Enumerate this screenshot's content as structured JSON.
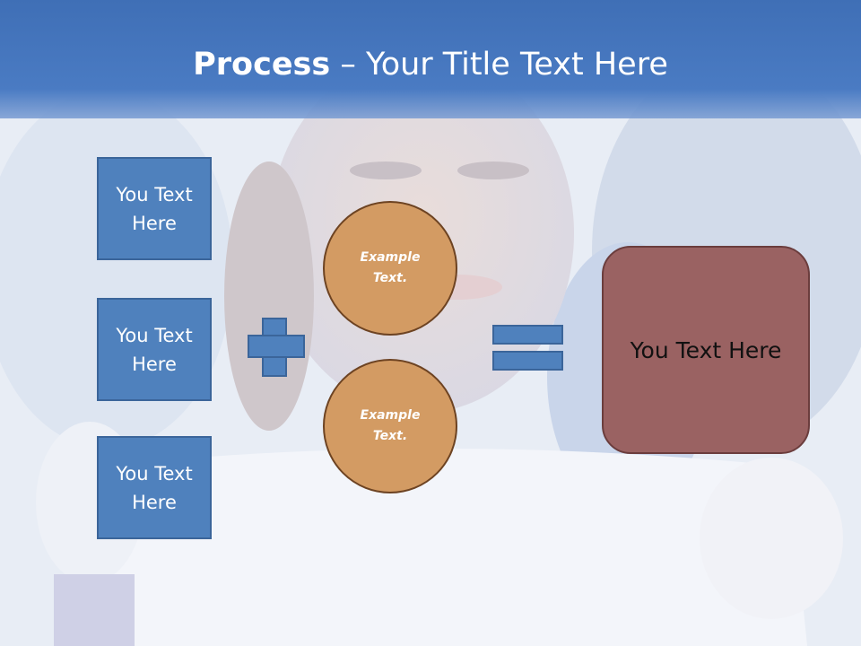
{
  "title": {
    "bold": "Process",
    "rest": " – Your Title Text Here"
  },
  "left_boxes": [
    {
      "label": "You Text Here"
    },
    {
      "label": "You Text Here"
    },
    {
      "label": "You Text Here"
    }
  ],
  "circles": [
    {
      "label": "Example Text."
    },
    {
      "label": "Example Text."
    }
  ],
  "result": {
    "label": "You Text Here"
  },
  "colors": {
    "header": "#4a7bc3",
    "box_fill": "#4f81bd",
    "circle_fill": "#d39b63",
    "result_fill": "#9a6262"
  },
  "icons": {
    "operator_1": "plus-icon",
    "operator_2": "equals-icon"
  }
}
